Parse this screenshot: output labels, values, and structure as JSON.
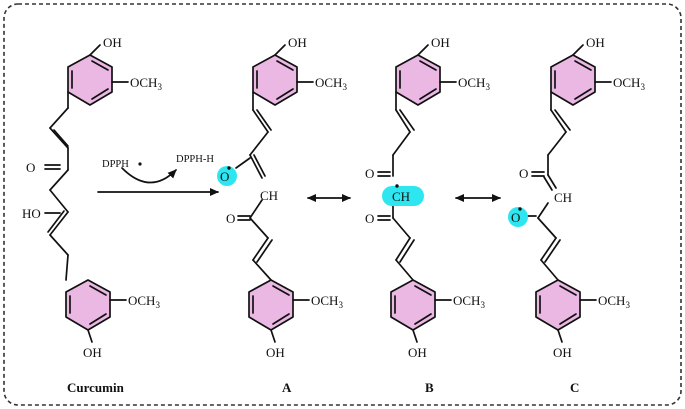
{
  "labels": {
    "curcumin": "Curcumin",
    "a": "A",
    "b": "B",
    "c": "C"
  },
  "reagents": {
    "dpph": "DPPH",
    "dpph_h": "DPPH-H"
  },
  "atoms": {
    "oh": "OH",
    "och3": "OCH",
    "sub3": "3",
    "o": "O",
    "ho": "HO",
    "ch": "CH"
  },
  "colors": {
    "ring_fill": "#eab8e3",
    "radical_highlight": "#2ee6f0",
    "line": "#111111"
  }
}
